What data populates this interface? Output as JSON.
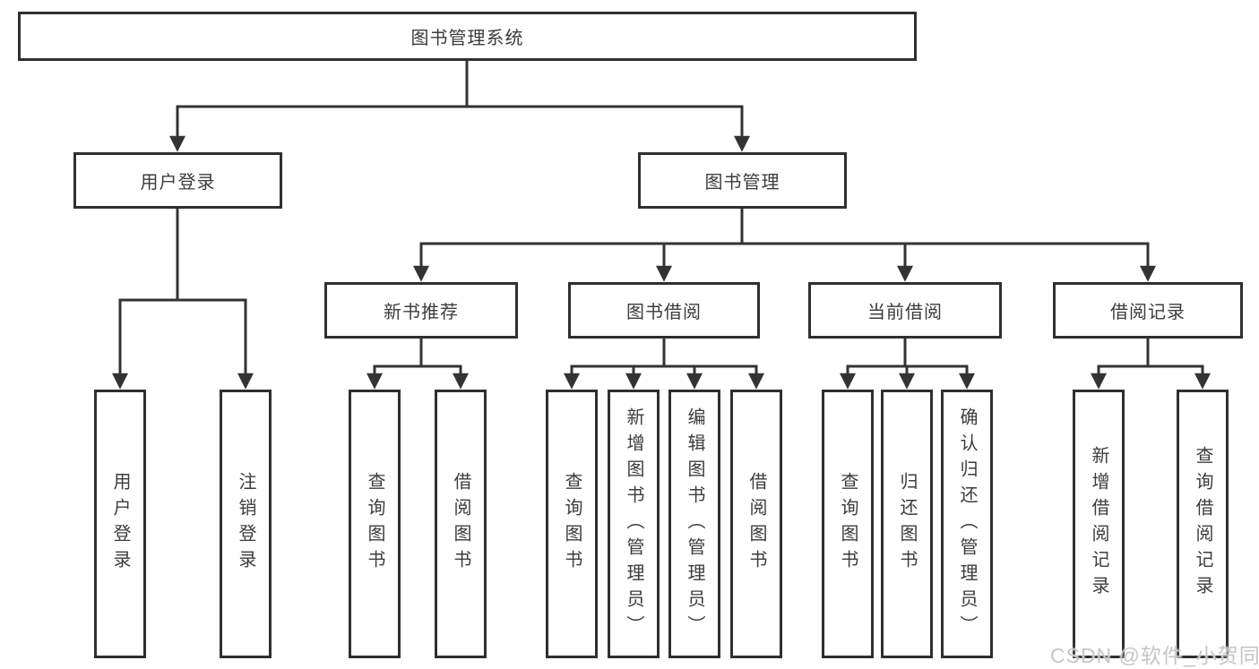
{
  "diagram_title": "图书管理系统",
  "tree": {
    "label": "图书管理系统",
    "children": [
      {
        "label": "用户登录",
        "children": [
          {
            "label": "用户登录"
          },
          {
            "label": "注销登录"
          }
        ]
      },
      {
        "label": "图书管理",
        "children": [
          {
            "label": "新书推荐",
            "children": [
              {
                "label": "查询图书"
              },
              {
                "label": "借阅图书"
              }
            ]
          },
          {
            "label": "图书借阅",
            "children": [
              {
                "label": "查询图书"
              },
              {
                "label": "新增图书（管理员）"
              },
              {
                "label": "编辑图书（管理员）"
              },
              {
                "label": "借阅图书"
              }
            ]
          },
          {
            "label": "当前借阅",
            "children": [
              {
                "label": "查询图书"
              },
              {
                "label": "归还图书"
              },
              {
                "label": "确认归还（管理员）"
              }
            ]
          },
          {
            "label": "借阅记录",
            "children": [
              {
                "label": "新增借阅记录"
              },
              {
                "label": "查询借阅记录"
              }
            ]
          }
        ]
      }
    ]
  },
  "watermark": {
    "text": "CSDN @软件_小贺同学"
  },
  "colors": {
    "line": "#333333",
    "box_border": "#2f2f2f",
    "text": "#3c3c3c",
    "background": "#ffffff",
    "watermark_text": "#c6c6c6"
  }
}
